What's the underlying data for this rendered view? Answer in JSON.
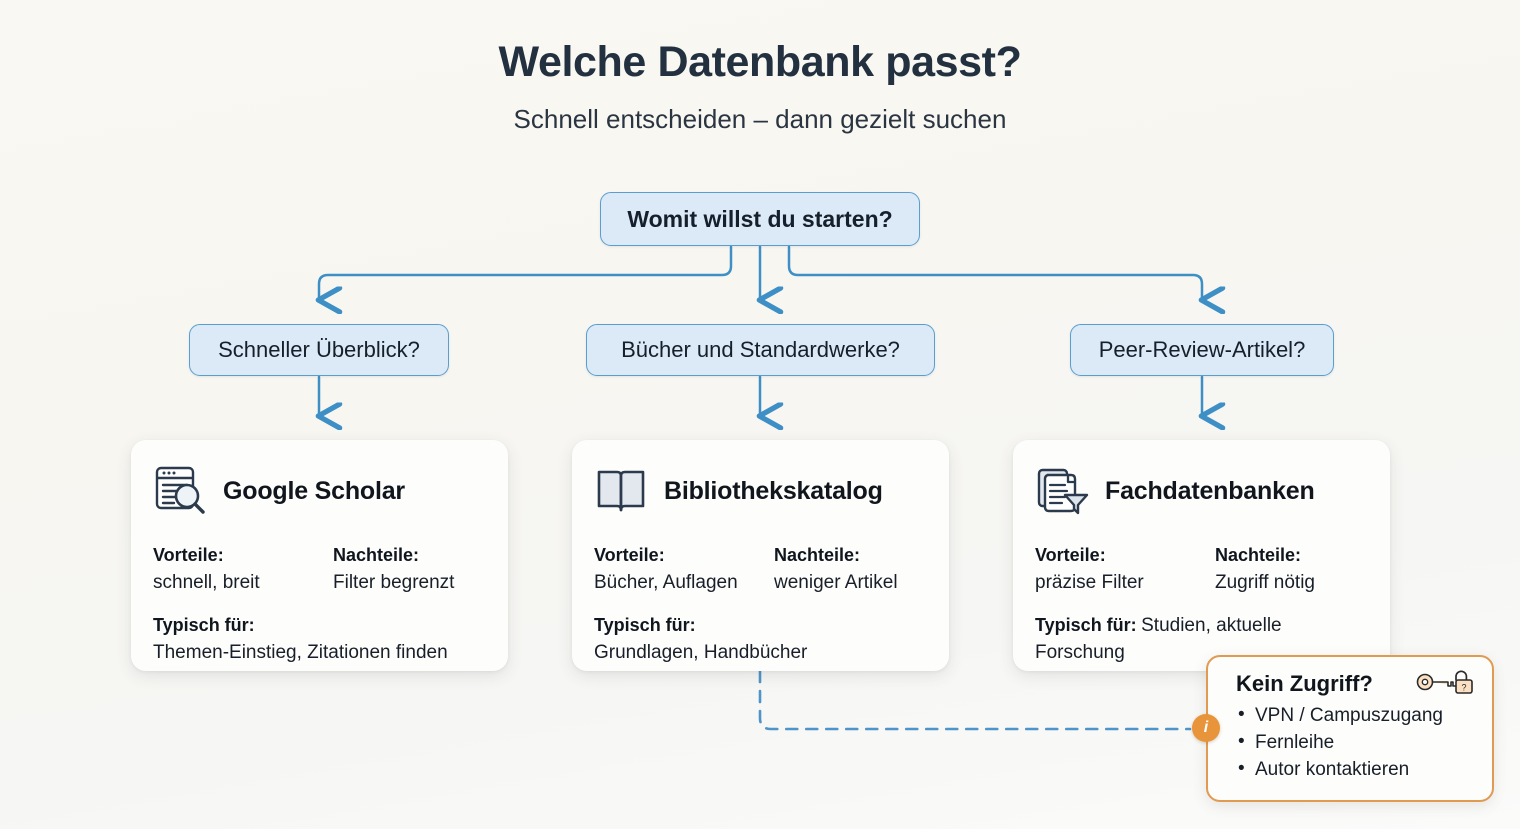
{
  "header": {
    "title": "Welche Datenbank passt?",
    "subtitle": "Schnell entscheiden – dann gezielt suchen"
  },
  "flow": {
    "root": {
      "label": "Womit willst du starten?"
    },
    "branches": [
      {
        "label": "Schneller Überblick?"
      },
      {
        "label": "Bücher und Standardwerke?"
      },
      {
        "label": "Peer-Review-Artikel?"
      }
    ]
  },
  "cards": [
    {
      "icon": "document-search-icon",
      "title": "Google Scholar",
      "pros_label": "Vorteile:",
      "pros_value": "schnell, breit",
      "cons_label": "Nachteile:",
      "cons_value": "Filter begrenzt",
      "typical_label": "Typisch für:",
      "typical_value": "Themen-Einstieg, Zitationen finden"
    },
    {
      "icon": "open-book-icon",
      "title": "Bibliothekskatalog",
      "pros_label": "Vorteile:",
      "pros_value": "Bücher, Auflagen",
      "cons_label": "Nachteile:",
      "cons_value": "weniger Artikel",
      "typical_label": "Typisch für:",
      "typical_value": "Grundlagen, Handbücher"
    },
    {
      "icon": "documents-filter-icon",
      "title": "Fachdatenbanken",
      "pros_label": "Vorteile:",
      "pros_value": "präzise Filter",
      "cons_label": "Nachteile:",
      "cons_value": "Zugriff nötig",
      "typical_label": "Typisch für:",
      "typical_value": "Studien, aktuelle Forschung"
    }
  ],
  "callout": {
    "title": "Kein Zugriff?",
    "icon": "key-unlock-icon",
    "badge": "i",
    "items": [
      "VPN / Campuszugang",
      "Fernleihe",
      "Autor kontaktieren"
    ]
  },
  "colors": {
    "node_fill": "#dbeaf6",
    "node_border": "#5a9ed0",
    "connector": "#3d8fc6",
    "accent_orange": "#e8943a",
    "callout_border": "#e09a51",
    "text_dark": "#1b2330",
    "card_bg": "#fdfdfc",
    "background": "#faf8f2"
  }
}
